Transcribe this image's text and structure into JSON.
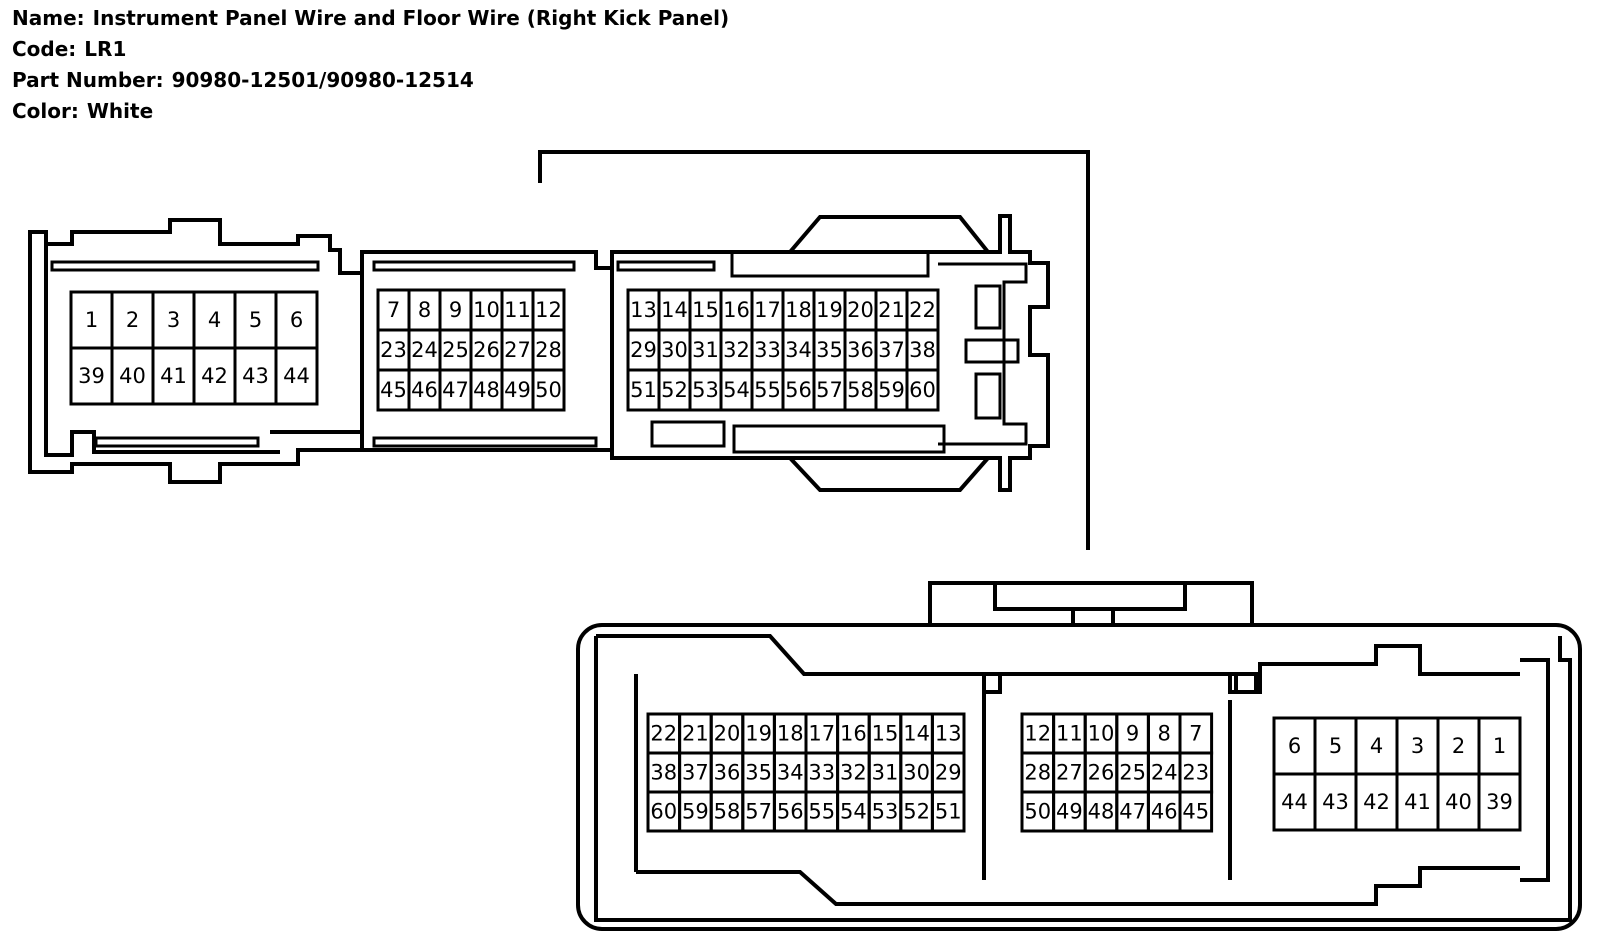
{
  "header": {
    "name_label": "Name:",
    "name_value": "Instrument Panel Wire and Floor Wire (Right Kick Panel)",
    "code_label": "Code:",
    "code_value": "LR1",
    "part_label": "Part Number:",
    "part_value": "90980-12501/90980-12514",
    "color_label": "Color:",
    "color_value": "White"
  },
  "connector_top": {
    "group_a": {
      "rows": [
        [
          "1",
          "2",
          "3",
          "4",
          "5",
          "6"
        ],
        [
          "39",
          "40",
          "41",
          "42",
          "43",
          "44"
        ]
      ]
    },
    "group_b": {
      "rows": [
        [
          "7",
          "8",
          "9",
          "10",
          "11",
          "12"
        ],
        [
          "23",
          "24",
          "25",
          "26",
          "27",
          "28"
        ],
        [
          "45",
          "46",
          "47",
          "48",
          "49",
          "50"
        ]
      ]
    },
    "group_c": {
      "rows": [
        [
          "13",
          "14",
          "15",
          "16",
          "17",
          "18",
          "19",
          "20",
          "21",
          "22"
        ],
        [
          "29",
          "30",
          "31",
          "32",
          "33",
          "34",
          "35",
          "36",
          "37",
          "38"
        ],
        [
          "51",
          "52",
          "53",
          "54",
          "55",
          "56",
          "57",
          "58",
          "59",
          "60"
        ]
      ]
    }
  },
  "connector_bottom": {
    "group_a": {
      "rows": [
        [
          "22",
          "21",
          "20",
          "19",
          "18",
          "17",
          "16",
          "15",
          "14",
          "13"
        ],
        [
          "38",
          "37",
          "36",
          "35",
          "34",
          "33",
          "32",
          "31",
          "30",
          "29"
        ],
        [
          "60",
          "59",
          "58",
          "57",
          "56",
          "55",
          "54",
          "53",
          "52",
          "51"
        ]
      ]
    },
    "group_b": {
      "rows": [
        [
          "12",
          "11",
          "10",
          "9",
          "8",
          "7"
        ],
        [
          "28",
          "27",
          "26",
          "25",
          "24",
          "23"
        ],
        [
          "50",
          "49",
          "48",
          "47",
          "46",
          "45"
        ]
      ]
    },
    "group_c": {
      "rows": [
        [
          "6",
          "5",
          "4",
          "3",
          "2",
          "1"
        ],
        [
          "44",
          "43",
          "42",
          "41",
          "40",
          "39"
        ]
      ]
    }
  }
}
